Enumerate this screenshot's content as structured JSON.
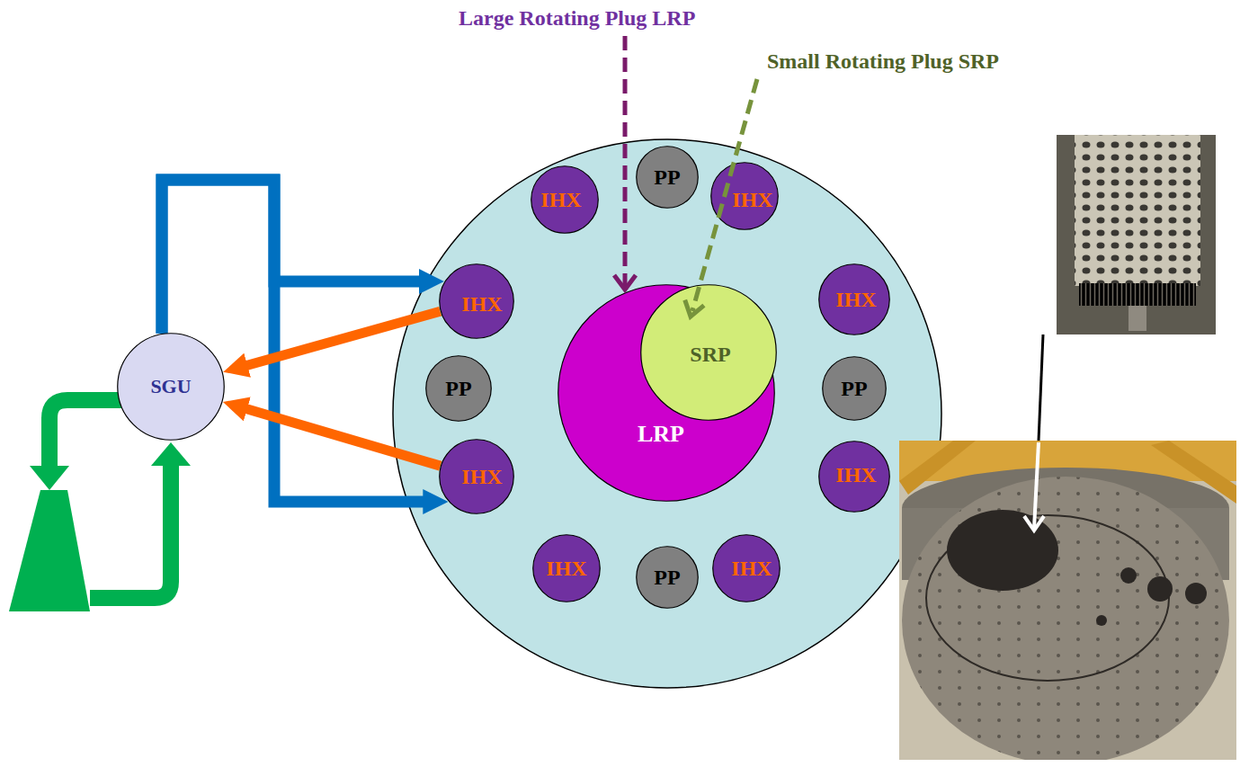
{
  "diagram": {
    "nodes": [
      {
        "text": [
          "PP"
        ]
      },
      {
        "text": [
          "IHX"
        ]
      },
      {
        "text": [
          "IHX"
        ]
      },
      {
        "text": [
          "IHX"
        ]
      },
      {
        "text": [
          "IHX"
        ]
      },
      {
        "text": [
          "SGU"
        ]
      },
      {
        "text": [
          "PP"
        ]
      },
      {
        "text": [
          "LRP"
        ]
      },
      {
        "text": [
          "SRP"
        ],
        "in": 7
      },
      {
        "text": [
          "PP"
        ]
      },
      {
        "text": [
          "IHX"
        ]
      },
      {
        "text": [
          "IHX"
        ]
      },
      {
        "text": [
          "IHX"
        ]
      },
      {
        "text": [
          "PP"
        ]
      },
      {
        "text": [
          "IHX"
        ]
      }
    ],
    "edges": [
      {
        "from": 3,
        "to": 5,
        "arrow": "to"
      },
      {
        "from": 10,
        "to": 5,
        "arrow": "to"
      },
      {
        "from": 5,
        "to": 3,
        "arrow": "to"
      },
      {
        "from": 5,
        "to": 10,
        "arrow": "to"
      }
    ],
    "labels": [
      "Large Rotating Plug LRP",
      "Small Rotating Plug SRP"
    ]
  }
}
